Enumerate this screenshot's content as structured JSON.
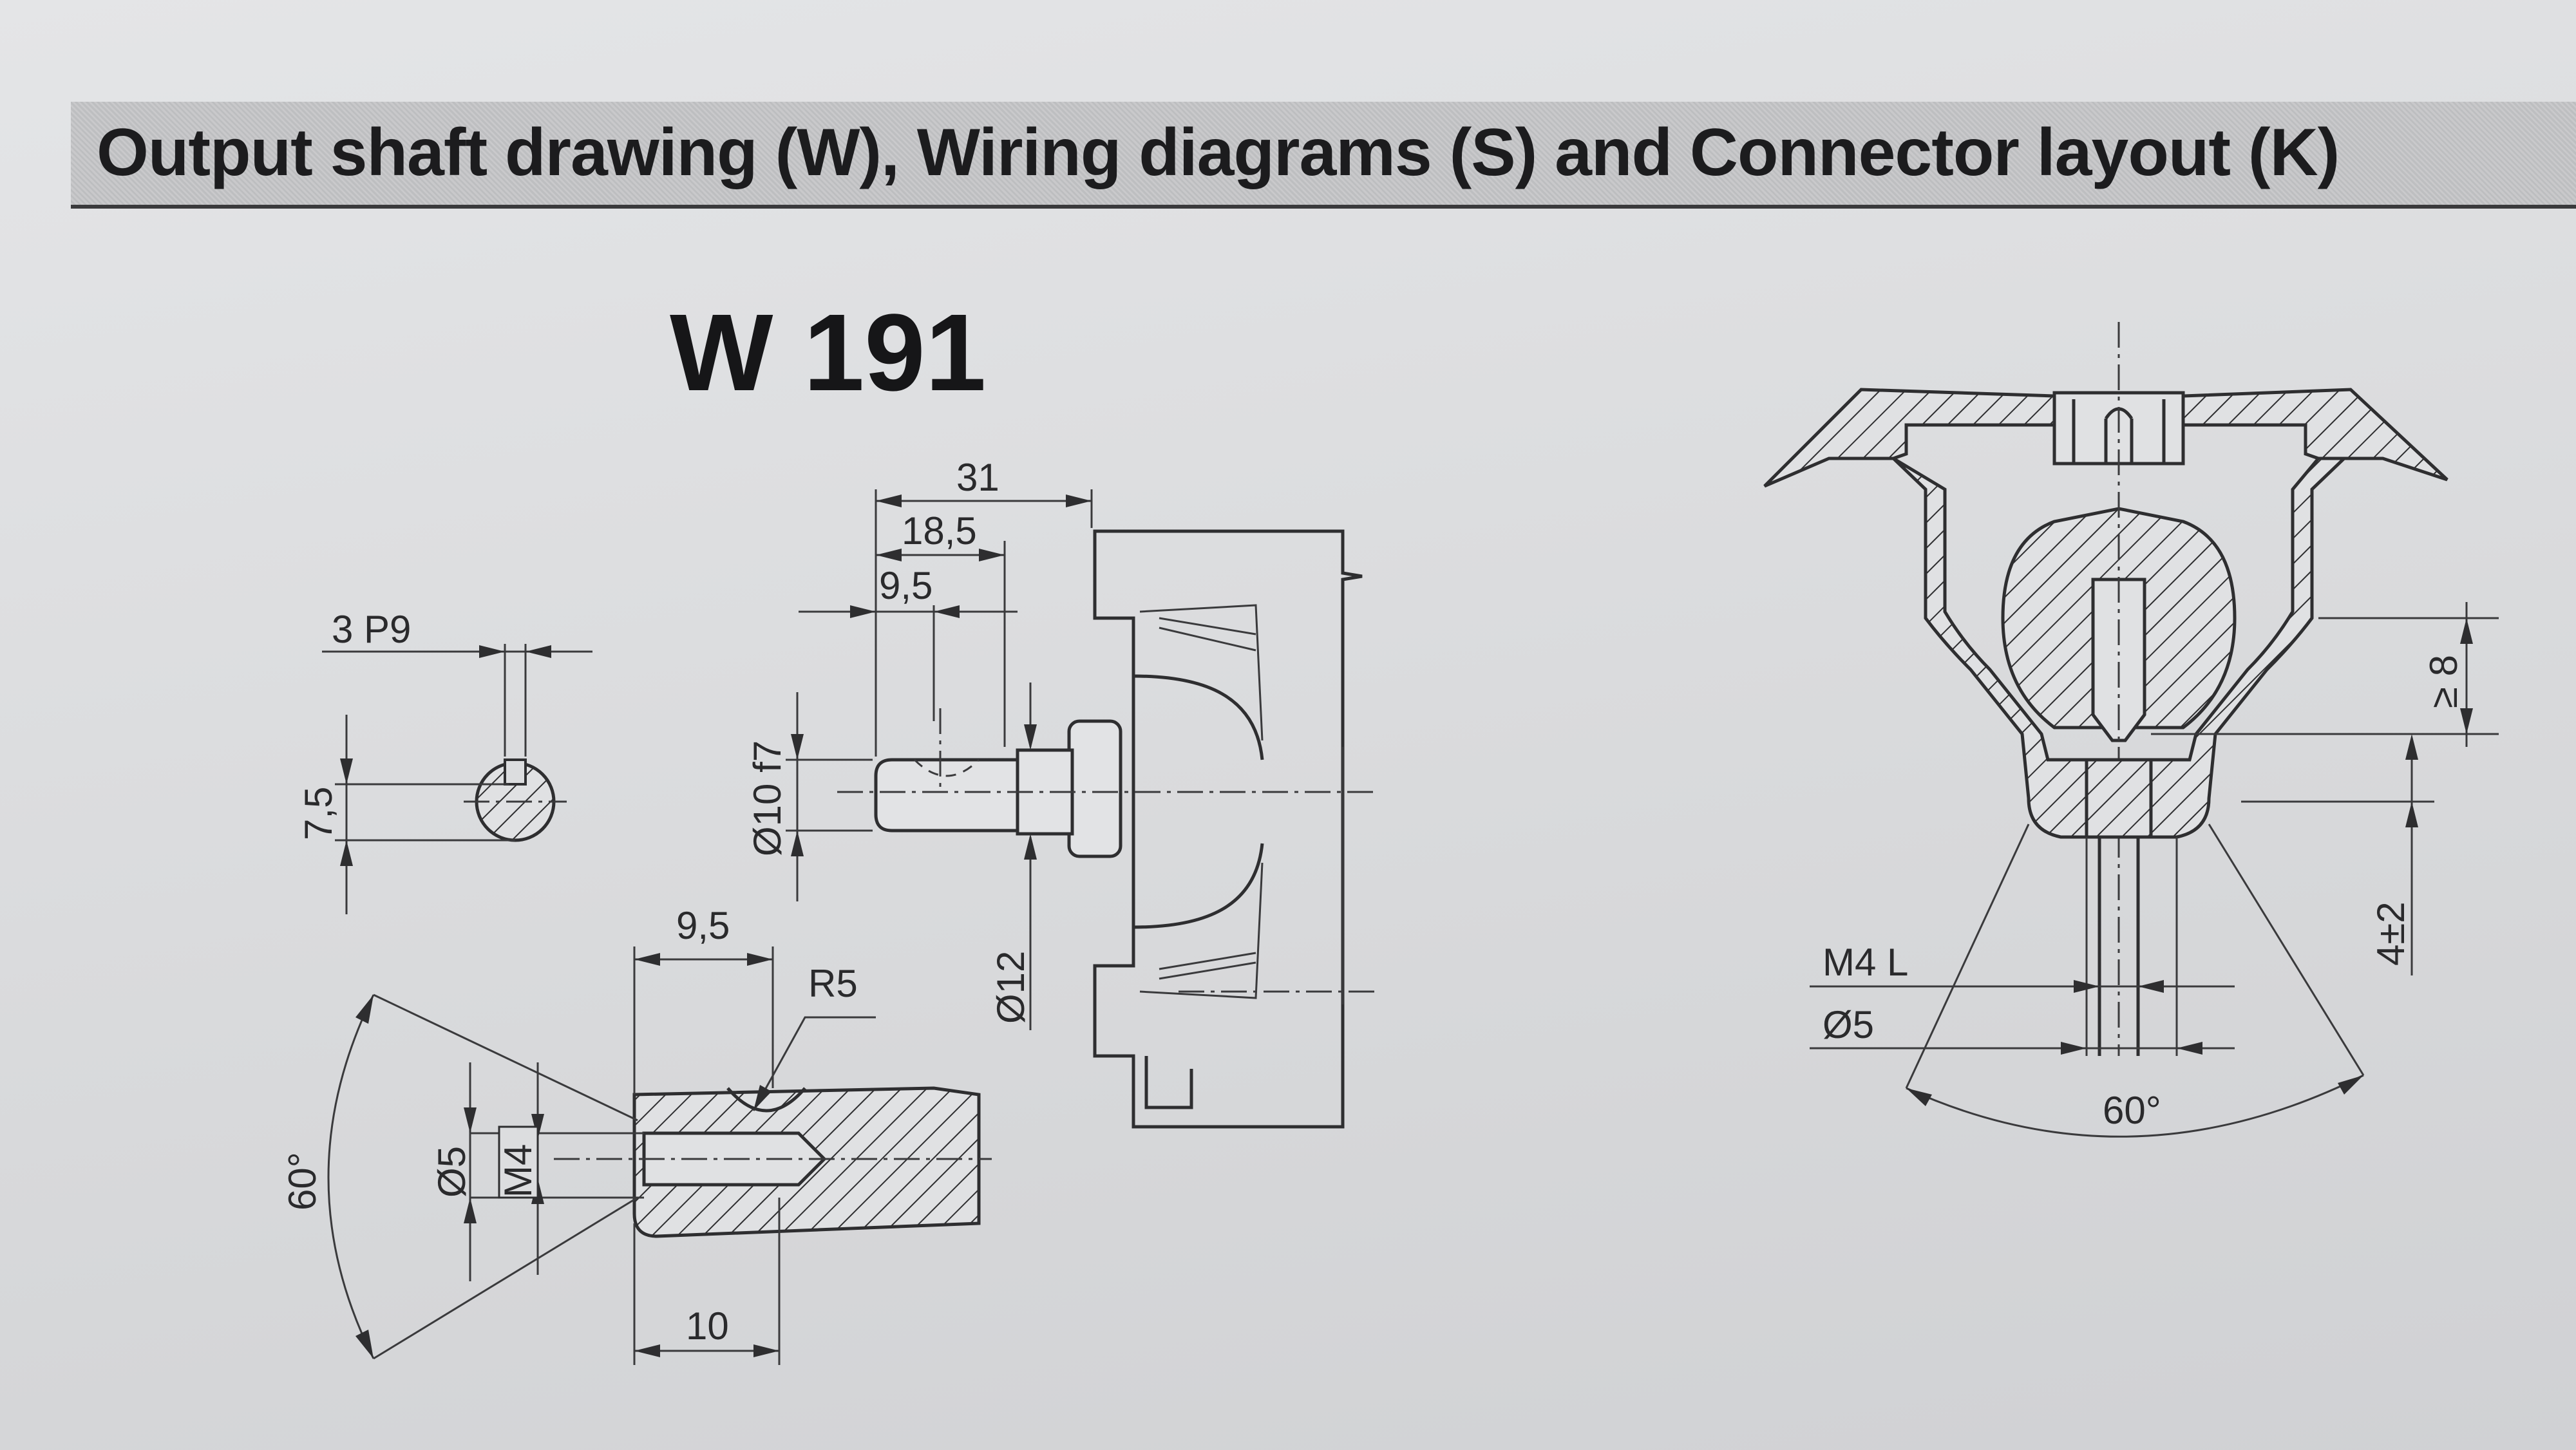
{
  "header": {
    "title": "Output shaft drawing (W), Wiring diagrams (S) and Connector layout (K)"
  },
  "drawing": {
    "code": "W 191"
  },
  "dimensions": {
    "keyway_width": "3 P9",
    "key_depth": "7,5",
    "length_31": "31",
    "length_18_5": "18,5",
    "length_9_5_top": "9,5",
    "shaft_dia_10": "Ø10 f7",
    "shaft_dia_12": "Ø12",
    "length_9_5_bottom": "9,5",
    "radius": "R5",
    "angle_left": "60°",
    "bore_dia_5_left": "Ø5",
    "thread_m4": "M4",
    "length_10": "10",
    "ge_8": "≥ 8",
    "thread_m4l": "M4 L",
    "bore_dia_5_right": "Ø5",
    "depth_4pm2": "4±2",
    "angle_right": "60°"
  },
  "colors": {
    "paper": "#dcdddf",
    "ink": "#2e2e30",
    "title_band": "#c3c4c6"
  }
}
